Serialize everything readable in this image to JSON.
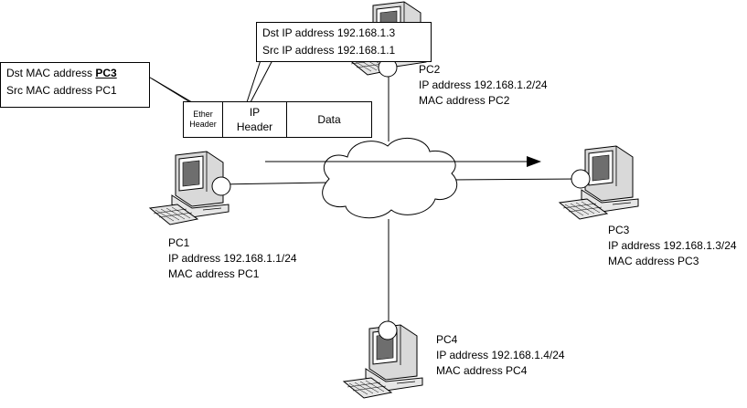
{
  "frame_callout": {
    "line1_prefix": "Dst MAC address ",
    "line1_value": "PC3",
    "line2": "Src MAC address PC1"
  },
  "ip_callout": {
    "line1": "Dst IP address 192.168.1.3",
    "line2": "Src IP address 192.168.1.1"
  },
  "packet": {
    "ether_line1": "Ether",
    "ether_line2": "Header",
    "ip_line1": "IP",
    "ip_line2": "Header",
    "data": "Data"
  },
  "pcs": {
    "pc1": {
      "name": "PC1",
      "ip": "IP address 192.168.1.1/24",
      "mac": "MAC address PC1"
    },
    "pc2": {
      "name": "PC2",
      "ip": "IP address 192.168.1.2/24",
      "mac": "MAC address PC2"
    },
    "pc3": {
      "name": "PC3",
      "ip": "IP address 192.168.1.3/24",
      "mac": "MAC address PC3"
    },
    "pc4": {
      "name": "PC4",
      "ip": "IP address 192.168.1.4/24",
      "mac": "MAC address PC4"
    }
  }
}
